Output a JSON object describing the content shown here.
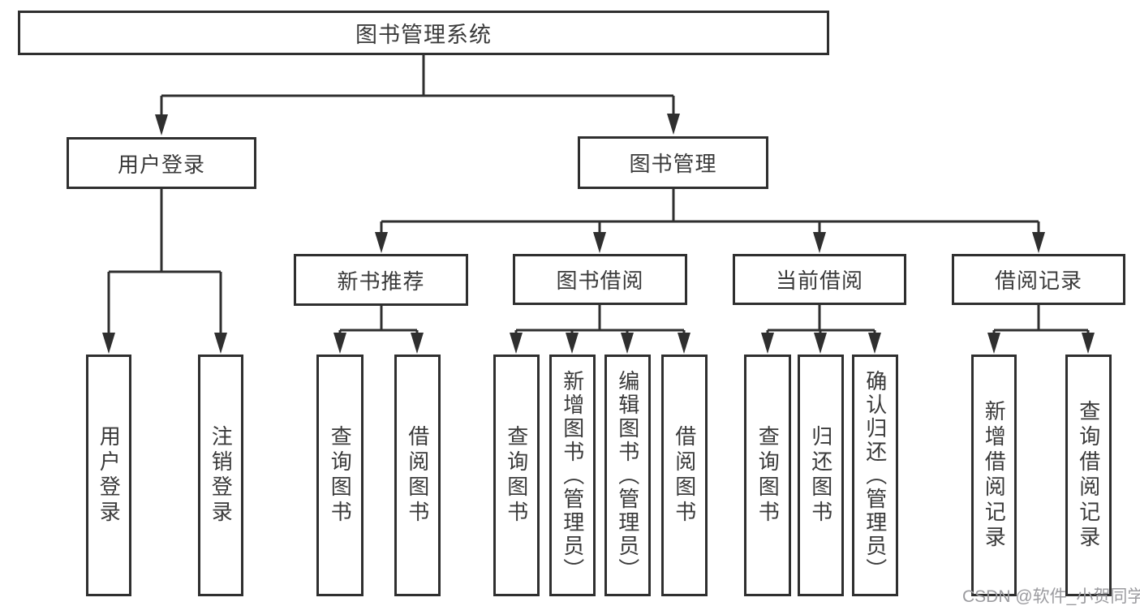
{
  "diagram": {
    "type": "hierarchy-tree",
    "colors": {
      "line": "#2f2f2f",
      "text": "#3a3a3a",
      "background": "#ffffff",
      "watermark": "#9b9b9f"
    },
    "tree": {
      "label": "图书管理系统",
      "children": [
        {
          "label": "用户登录",
          "children": [
            {
              "label": "用户登录"
            },
            {
              "label": "注销登录"
            }
          ]
        },
        {
          "label": "图书管理",
          "children": [
            {
              "label": "新书推荐",
              "children": [
                {
                  "label": "查询图书"
                },
                {
                  "label": "借阅图书"
                }
              ]
            },
            {
              "label": "图书借阅",
              "children": [
                {
                  "label": "查询图书"
                },
                {
                  "label": "新增图书（管理员）"
                },
                {
                  "label": "编辑图书（管理员）"
                },
                {
                  "label": "借阅图书"
                }
              ]
            },
            {
              "label": "当前借阅",
              "children": [
                {
                  "label": "查询图书"
                },
                {
                  "label": "归还图书"
                },
                {
                  "label": "确认归还（管理员）"
                }
              ]
            },
            {
              "label": "借阅记录",
              "children": [
                {
                  "label": "新增借阅记录"
                },
                {
                  "label": "查询借阅记录"
                }
              ]
            }
          ]
        }
      ]
    },
    "watermark": {
      "text": "CSDN @软件_小贺同学"
    }
  }
}
